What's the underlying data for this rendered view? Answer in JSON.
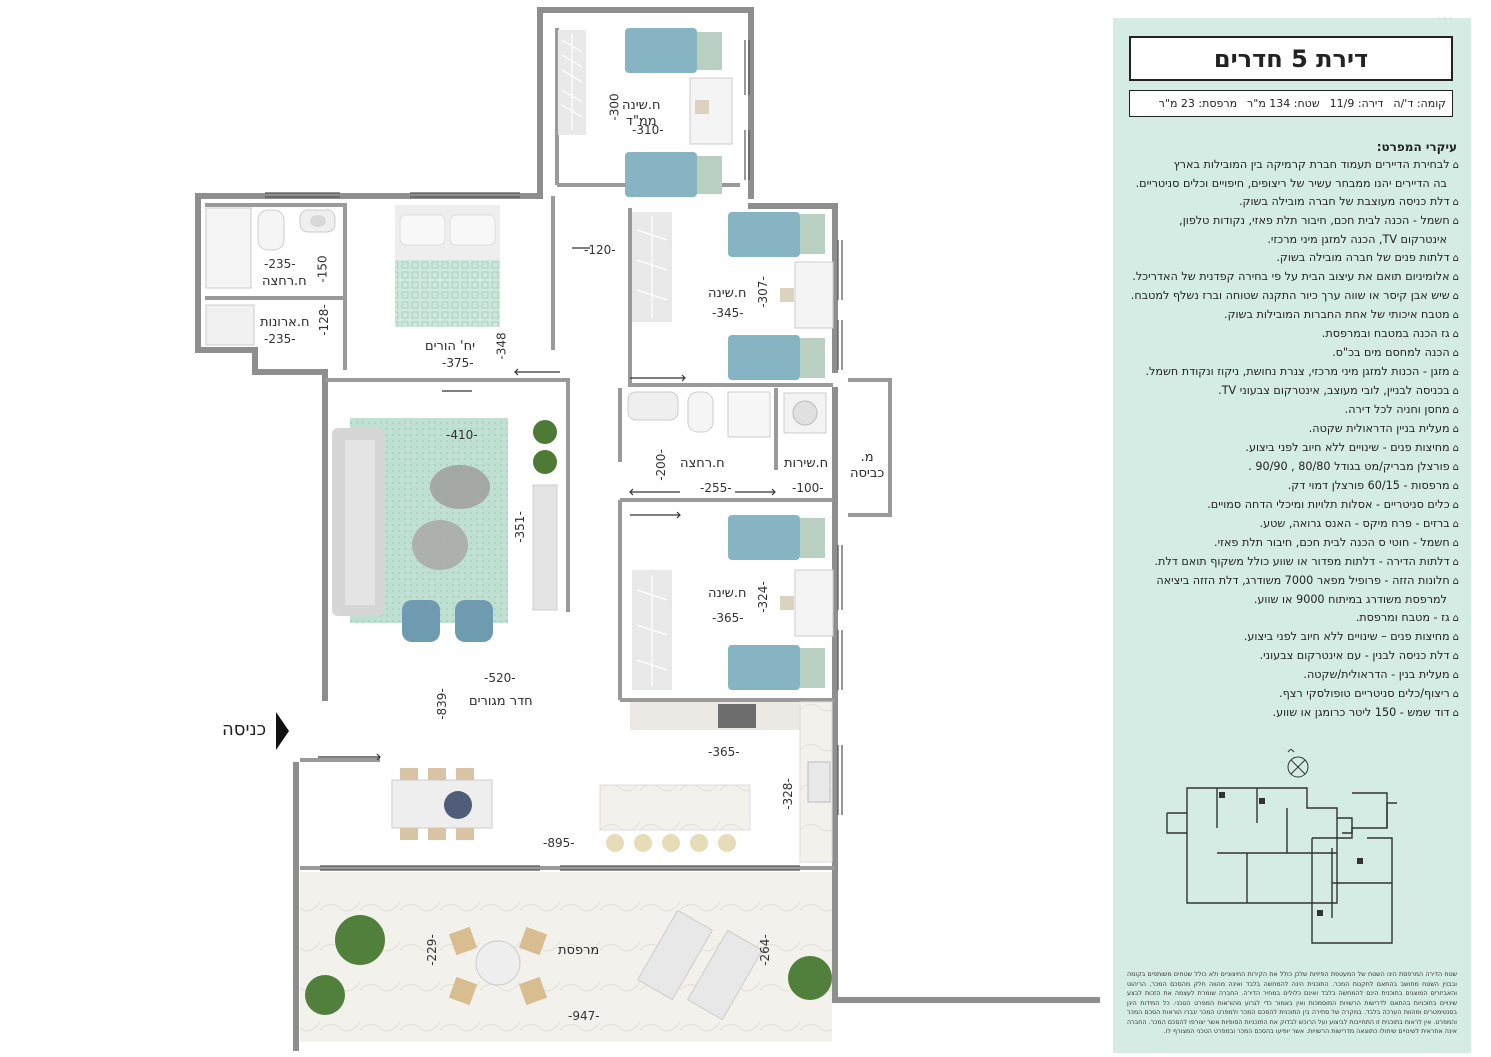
{
  "colors": {
    "panel_bg": "#d4ece4",
    "wall": "#8a8a8a",
    "bed": "#86b4c2",
    "rug": "#b9dccf"
  },
  "plan": {
    "entrance": "כניסה",
    "rooms": {
      "mamad": "ח.שינה\nממ\"ד",
      "bath_master": "ח.רחצה",
      "closet": "ח.ארונות",
      "master": "יח' הורים",
      "bedroom1": "ח.שינה",
      "bath2": "ח.רחצה",
      "service": "ח.שירות",
      "aircon": "מ.\nכביסה",
      "bedroom2": "ח.שינה",
      "living": "חדר מגורים",
      "balcony": "מרפסת"
    },
    "dims": {
      "d300": "-300",
      "d310": "-310-",
      "d235a": "-235-",
      "d150": "-150",
      "d120": "-120-",
      "d307": "-307-",
      "d345": "-345-",
      "d128": "-128-",
      "d235b": "-235-",
      "d348": "-348",
      "d375": "-375-",
      "d410": "-410-",
      "d351": "-351-",
      "d200": "-200-",
      "d255": "-255-",
      "d100": "-100-",
      "d324": "-324-",
      "d365a": "-365-",
      "d520": "-520-",
      "d839": "-839-",
      "d365b": "-365-",
      "d328": "-328-",
      "d895": "-895-",
      "d229": "-229-",
      "d264": "-264-",
      "d947": "-947-"
    }
  },
  "panel": {
    "title": "דירת 5 חדרים",
    "meta": {
      "floor": "קומה: ד'/ה",
      "apt": "דירה: 11/9",
      "area": "שטח: 134 מ\"ר",
      "balcony": "מרפסת: 23 מ\"ר"
    },
    "spec_heading": "עיקרי המפרט:",
    "specs": [
      {
        "text": "לבחירת הדיירים תעמוד חברת קרמיקה בין המובילות בארץ",
        "cont": false
      },
      {
        "text": "בה הדיירים יהנו ממבחר עשיר של ריצופים, חיפויים וכלים סניטריים.",
        "cont": true
      },
      {
        "text": "דלת כניסה מעוצבת של חברה מובילה בשוק.",
        "cont": false
      },
      {
        "text": "חשמל - הכנה לבית חכם, חיבור תלת פאזי, נקודות טלפון,",
        "cont": false
      },
      {
        "text": "אינטרקום TV, הכנה למזגן מיני מרכזי.",
        "cont": true
      },
      {
        "text": "דלתות פנים של חברה מובילה בשוק.",
        "cont": false
      },
      {
        "text": "אלומיניום תואם את עיצוב הבית על פי בחירה קפדנית של האדריכל.",
        "cont": false
      },
      {
        "text": "שיש אבן קיסר או שווה ערך כיור התקנה שטוחה וברז נשלף למטבח.",
        "cont": false
      },
      {
        "text": "מטבח איכותי של אחת החברות המובילות בשוק.",
        "cont": false
      },
      {
        "text": "גז הכנה במטבח ובמרפסת.",
        "cont": false
      },
      {
        "text": "הכנה למחסם מים בכ\"ס.",
        "cont": false
      },
      {
        "text": "מזגן - הכנות למזגן מיני מרכזי, צנרת נחושת, ניקוז ונקודת חשמל.",
        "cont": false
      },
      {
        "text": "בכניסה לבניין, לובי מעוצב, אינטרקום צבעוני TV.",
        "cont": false
      },
      {
        "text": "מחסן וחניה לכל דירה.",
        "cont": false
      },
      {
        "text": "מעלית בניין הדראולית שקטה.",
        "cont": false
      },
      {
        "text": "מחיצות פנים - שינויים ללא חיוב לפני ביצוע.",
        "cont": false
      },
      {
        "text": "פורצלן מבריק/מט בגודל 80/80 , 90/90 .",
        "cont": false
      },
      {
        "text": "מרפסות - 60/15 פורצלן דמוי דק.",
        "cont": false
      },
      {
        "text": "כלים סניטריים - אסלות תלויות ומיכלי הדחה סמויים.",
        "cont": false
      },
      {
        "text": "ברזים - פרח מיקס - האנס גרואה, שטע.",
        "cont": false
      },
      {
        "text": "חשמל - חוטי ס הכנה לבית חכם, חיבור תלת פאזי.",
        "cont": false
      },
      {
        "text": "דלתות הדירה - דלתות מפדור או שווע כולל משקוף תואם דלת.",
        "cont": false
      },
      {
        "text": "חלונות הזזה - פרופיל מפאר 7000 משודרג, דלת הזזה ביציאה",
        "cont": false
      },
      {
        "text": "למרפסת משודרג במיתוח 9000 או שווע.",
        "cont": true
      },
      {
        "text": "גז - מטבח ומרפסת.",
        "cont": false
      },
      {
        "text": "מחיצות פנים – שינויים ללא חיוב לפני ביצוע.",
        "cont": false
      },
      {
        "text": "דלת כניסה לבנין - עם אינטרקום צבעוני.",
        "cont": false
      },
      {
        "text": "מעלית בנין - הדראולית/שקטה.",
        "cont": false
      },
      {
        "text": "ריצוף/כלים סניטריים טופולסקי רצף.",
        "cont": false
      },
      {
        "text": "דוד שמש - 150 ליטר כרומגן או שווע.",
        "cont": false
      }
    ],
    "disclaimer": "שטח הדירה המרפסת הינו השטח של המעטפת הפיזיות שלכן כולל את הקירות החיצוניים ולא כולל שטחים משותפים בקומה ובבנין השטח מחושב בהתאם לתקנות המכר. התוכנית הינה להמחשה בלבד ואינה מהווה חלק מהסכם המכר, הריהוט והאביזרים המוצגים בתוכנית הינם להמחשה בלבד ואינם כלולים במחיר הדירה. החברה שומרת לעצמה את הזכות לבצע שינויים בתוכניות בהתאם לדרישות הרשויות המוסמכות ואין באמור כדי לגרוע מהוראות המפרט הטכני. כל המידות הינן בסנטימטרים ומהוות הערכה בלבד. במקרה של סתירה בין התוכנית להסכם המכר ולמפרט המכר יגברו הוראות הסכם המכר והמפרט. אין לראות בתוכנית זו התחייבות לביצוע ועל הרוכש לבדוק את התוכניות הסופיות אשר יצורפו להסכם המכר. החברה אינה אחראית לשינויים שיחולו כתוצאה מדרישות הרשויות. אשר יופיעו בהסכם המכר ובמפרט הטכני המצורף לו."
  }
}
